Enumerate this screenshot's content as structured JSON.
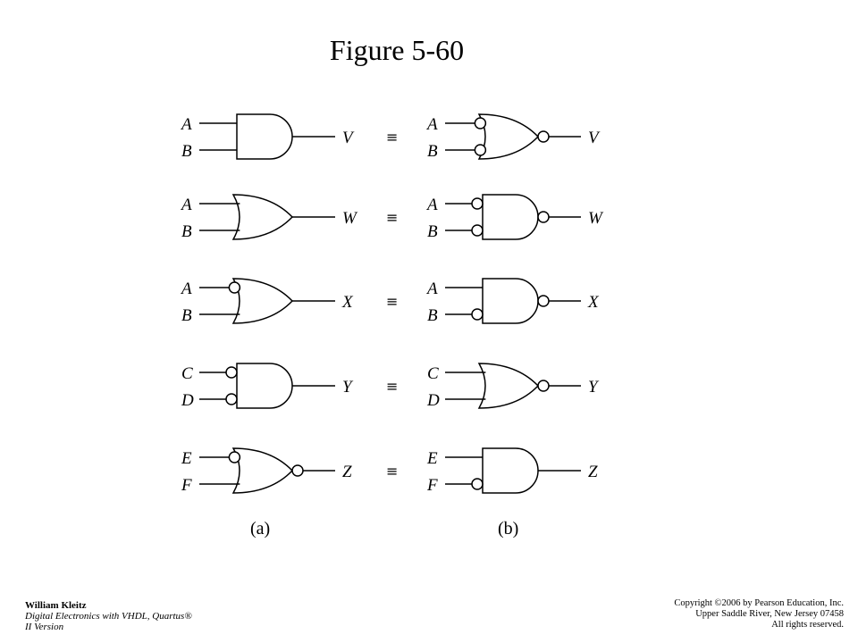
{
  "title": "Figure 5-60",
  "equiv_symbol": "≡",
  "captions": {
    "left": "(a)",
    "right": "(b)"
  },
  "rows": [
    {
      "a": {
        "gate": "AND",
        "in_bubbles": [
          false,
          false
        ],
        "out_bubble": false
      },
      "b": {
        "gate": "OR",
        "in_bubbles": [
          true,
          true
        ],
        "out_bubble": true
      },
      "inputs": [
        "A",
        "B"
      ],
      "output": "V"
    },
    {
      "a": {
        "gate": "OR",
        "in_bubbles": [
          false,
          false
        ],
        "out_bubble": false
      },
      "b": {
        "gate": "AND",
        "in_bubbles": [
          true,
          true
        ],
        "out_bubble": true
      },
      "inputs": [
        "A",
        "B"
      ],
      "output": "W"
    },
    {
      "a": {
        "gate": "OR",
        "in_bubbles": [
          true,
          false
        ],
        "out_bubble": false
      },
      "b": {
        "gate": "AND",
        "in_bubbles": [
          false,
          true
        ],
        "out_bubble": true
      },
      "inputs": [
        "A",
        "B"
      ],
      "output": "X"
    },
    {
      "a": {
        "gate": "AND",
        "in_bubbles": [
          true,
          true
        ],
        "out_bubble": false
      },
      "b": {
        "gate": "OR",
        "in_bubbles": [
          false,
          false
        ],
        "out_bubble": true
      },
      "inputs": [
        "C",
        "D"
      ],
      "output": "Y"
    },
    {
      "a": {
        "gate": "OR",
        "in_bubbles": [
          true,
          false
        ],
        "out_bubble": true
      },
      "b": {
        "gate": "AND",
        "in_bubbles": [
          false,
          true
        ],
        "out_bubble": false
      },
      "inputs": [
        "E",
        "F"
      ],
      "output": "Z"
    }
  ],
  "footer": {
    "author": "William Kleitz",
    "book_line1": "Digital Electronics with VHDL, Quartus® ",
    "book_line2": "II Version",
    "copyright1": "Copyright ©2006 by Pearson Education, Inc.",
    "copyright2": "Upper Saddle River, New Jersey 07458",
    "copyright3": "All rights reserved."
  }
}
